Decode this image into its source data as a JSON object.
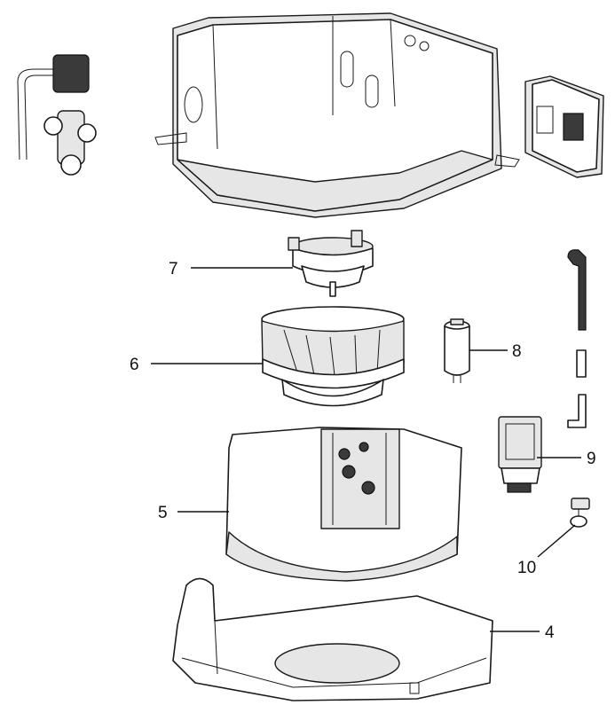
{
  "callouts": [
    {
      "id": "fan-motor",
      "number": "7"
    },
    {
      "id": "fan-wheel",
      "number": "6"
    },
    {
      "id": "capacitor",
      "number": "8"
    },
    {
      "id": "drain-pump",
      "number": "9"
    },
    {
      "id": "evaporator",
      "number": "5"
    },
    {
      "id": "float-switch",
      "number": "10"
    },
    {
      "id": "drain-pan",
      "number": "4"
    }
  ]
}
